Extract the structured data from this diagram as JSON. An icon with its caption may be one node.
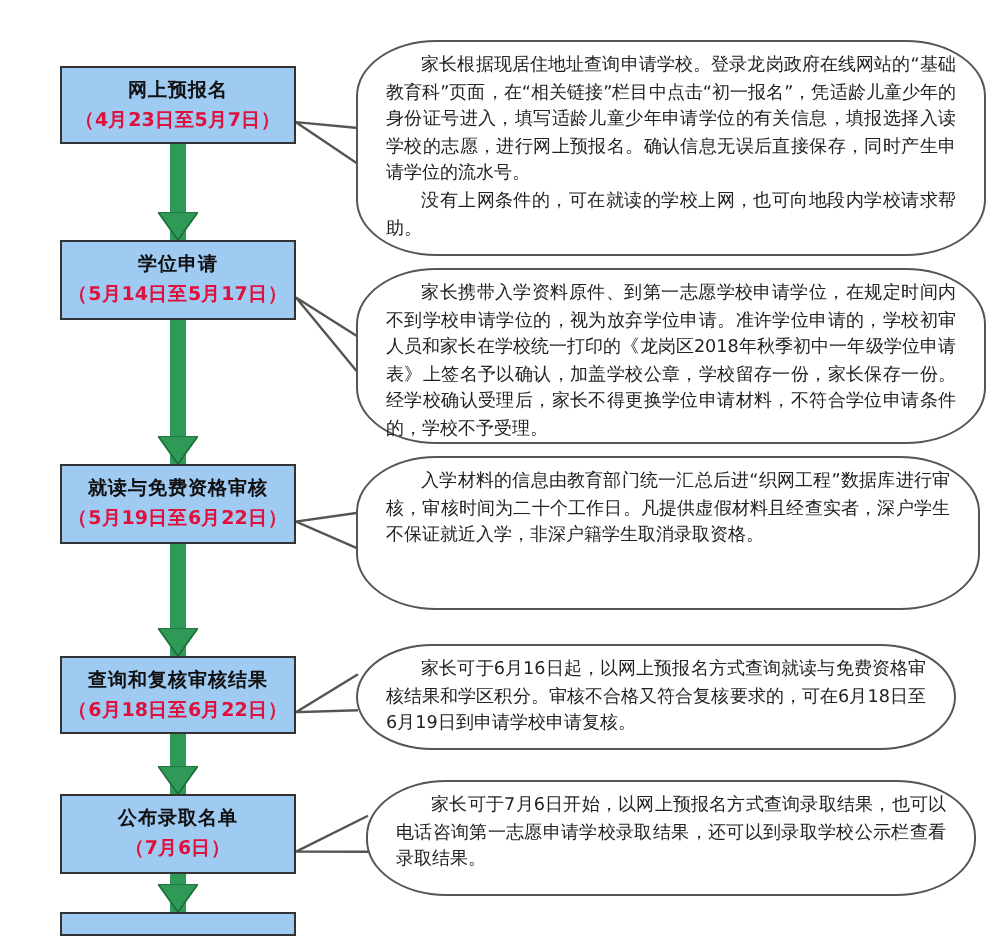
{
  "diagram": {
    "nodes": [
      {
        "text": [
          "网上预报名",
          "（4月23日至5月7日）"
        ]
      },
      {
        "text": [
          "家长根据现居住地址查询申请学校。登录龙岗政府在线网站的“基础教育科”页面，在“相关链接”栏目中点击“初一报名”，凭适龄儿童少年的身份证号进入，填写适龄儿童少年申请学位的有关信息，填报选择入读学校的志愿，进行网上预报名。确认信息无误后直接保存，同时产生申请学位的流水号。",
          "没有上网条件的，可在就读的学校上网，也可向地段内学校请求帮助。"
        ]
      },
      {
        "text": [
          "学位申请",
          "（5月14日至5月17日）"
        ]
      },
      {
        "text": [
          "家长携带入学资料原件、到第一志愿学校申请学位，在规定时间内不到学校申请学位的，视为放弃学位申请。准许学位申请的，学校初审人员和家长在学校统一打印的《龙岗区2018年秋季初中一年级学位申请表》上签名予以确认，加盖学校公章，学校留存一份，家长保存一份。经学校确认受理后，家长不得更换学位申请材料，不符合学位申请条件的，学校不予受理。"
        ]
      },
      {
        "text": [
          "就读与免费资格审核",
          "（5月19日至6月22日）"
        ]
      },
      {
        "text": [
          "入学材料的信息由教育部门统一汇总后进“织网工程”数据库进行审核，审核时间为二十个工作日。凡提供虚假材料且经查实者，深户学生不保证就近入学，非深户籍学生取消录取资格。"
        ]
      },
      {
        "text": [
          "查询和复核审核结果",
          "（6月18日至6月22日）"
        ]
      },
      {
        "text": [
          "家长可于6月16日起，以网上预报名方式查询就读与免费资格审核结果和学区积分。审核不合格又符合复核要求的，可在6月18日至6月19日到申请学校申请复核。"
        ]
      },
      {
        "text": [
          "公布录取名单",
          "（7月6日）"
        ]
      },
      {
        "text": [
          "家长可于7月6日开始，以网上预报名方式查询录取结果，也可以电话咨询第一志愿申请学校录取结果，还可以到录取学校公示栏查看录取结果。"
        ]
      },
      {
        "text": [],
        "shape": "box"
      }
    ],
    "edges": [
      {
        "from": 0,
        "to": 2,
        "arrow": "to",
        "style": "thick",
        "color": "#2f9a57"
      },
      {
        "from": 2,
        "to": 4,
        "arrow": "to",
        "style": "thick",
        "color": "#2f9a57"
      },
      {
        "from": 4,
        "to": 6,
        "arrow": "to",
        "style": "thick",
        "color": "#2f9a57"
      },
      {
        "from": 6,
        "to": 8,
        "arrow": "to",
        "style": "thick",
        "color": "#2f9a57"
      },
      {
        "from": 8,
        "to": 10,
        "arrow": "to",
        "style": "thick",
        "color": "#2f9a57"
      },
      {
        "from": 1,
        "to": 0,
        "arrow": "to"
      },
      {
        "from": 3,
        "to": 2,
        "arrow": "to"
      },
      {
        "from": 5,
        "to": 4,
        "arrow": "to"
      },
      {
        "from": 7,
        "to": 6,
        "arrow": "to"
      },
      {
        "from": 9,
        "to": 8,
        "arrow": "to"
      }
    ]
  }
}
